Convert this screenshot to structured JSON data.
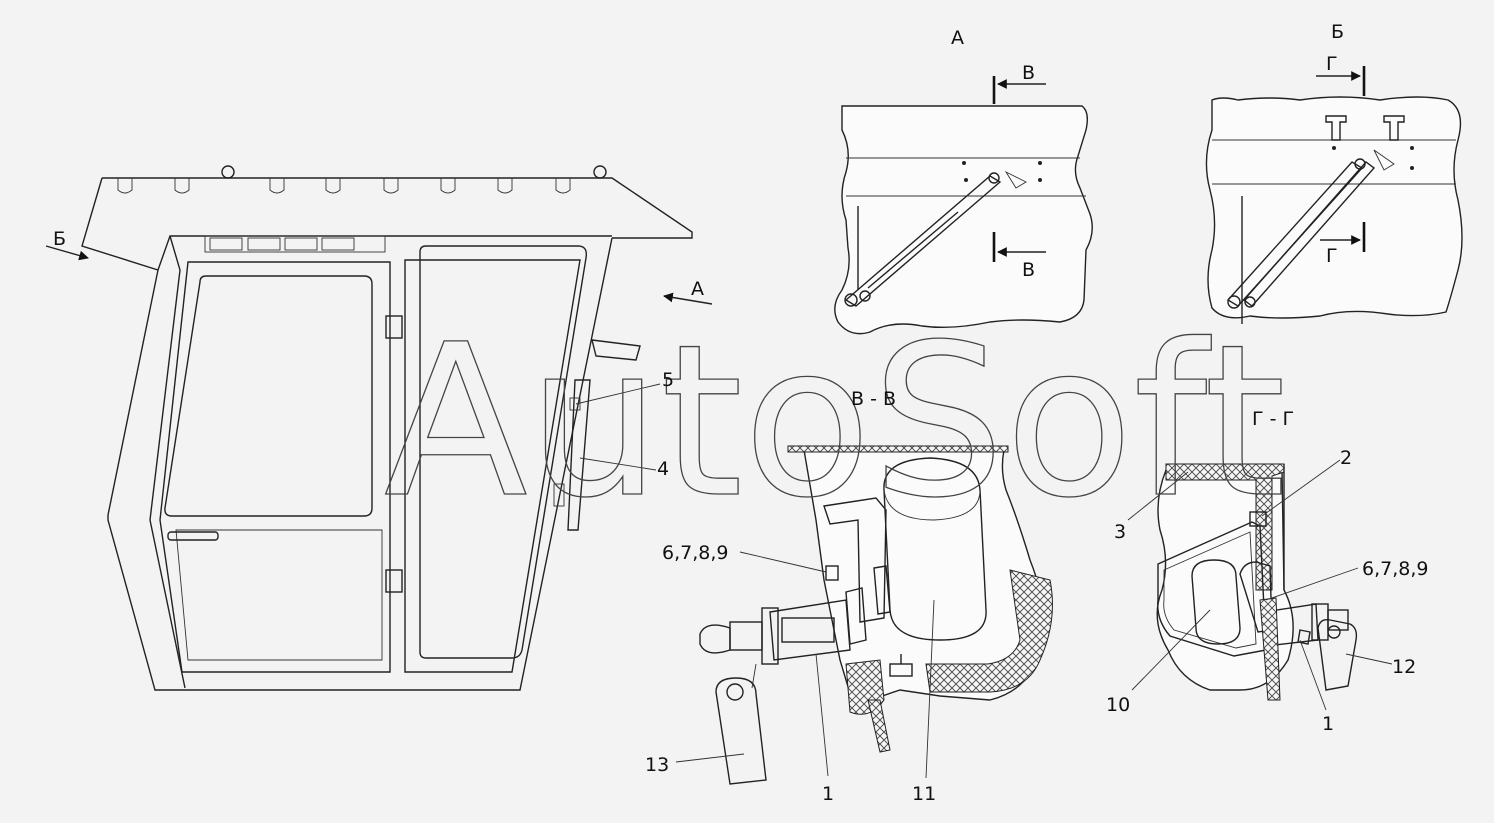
{
  "view_labels": {
    "view_a": "А",
    "view_b": "Б",
    "section_vv": "В - В",
    "section_gg": "Г - Г",
    "arrow_a": "А",
    "arrow_b": "Б",
    "cut_v_top": "В",
    "cut_v_bottom": "В",
    "cut_g_top": "Г",
    "cut_g_bottom": "Г"
  },
  "callouts": {
    "c5": "5",
    "c4": "4",
    "c6789_left": "6,7,8,9",
    "c13": "13",
    "c1_left": "1",
    "c11": "11",
    "c2": "2",
    "c3": "3",
    "c6789_right": "6,7,8,9",
    "c10": "10",
    "c12": "12",
    "c1_right": "1"
  },
  "watermark": "AutoSoft",
  "colors": {
    "background": "#f3f3f3",
    "line": "#222222",
    "fill": "#fbfbfb"
  }
}
